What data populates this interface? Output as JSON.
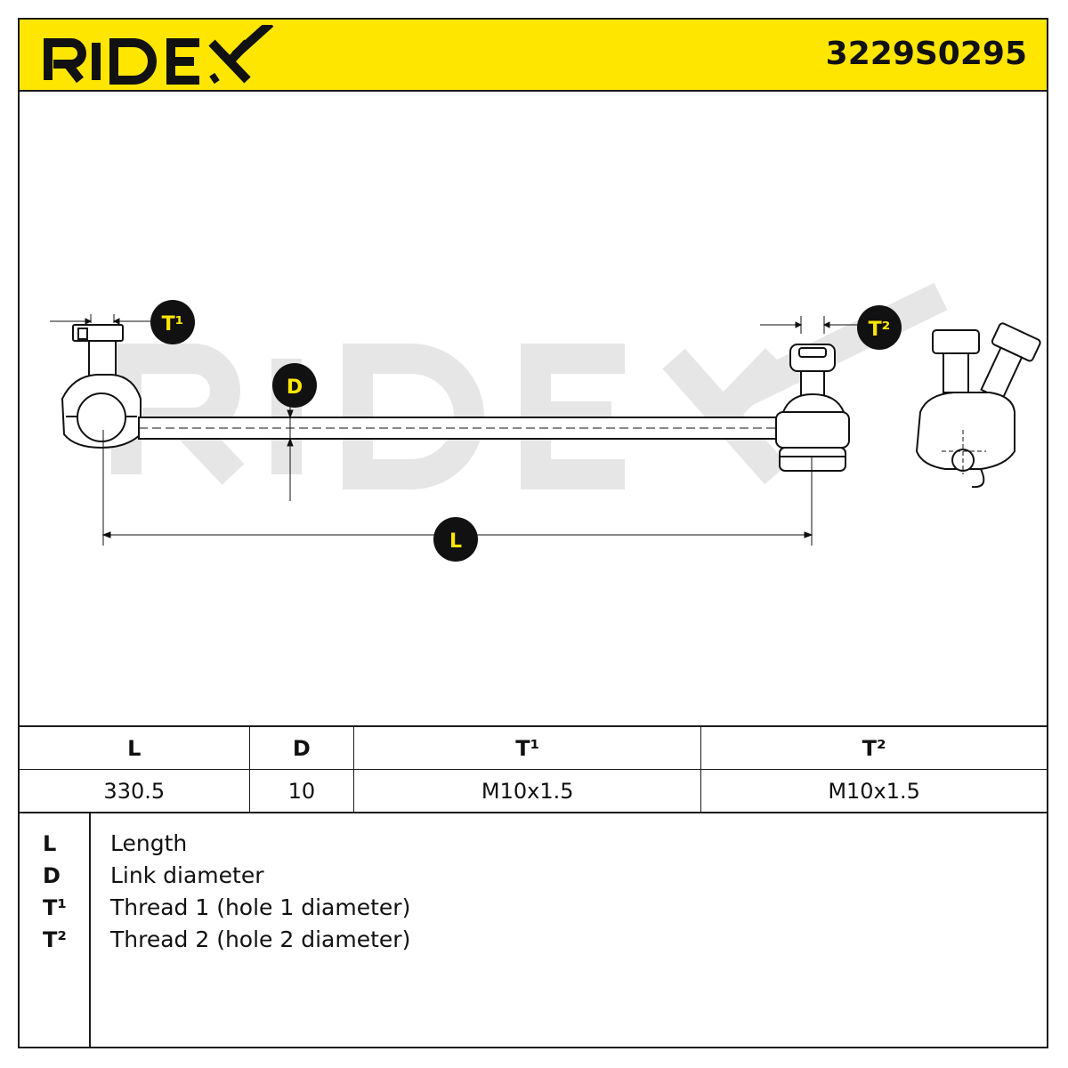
{
  "header": {
    "brand": "RIDEX",
    "part_number": "3229S0295",
    "brand_color": "#ffe600"
  },
  "drawing": {
    "callouts": {
      "t1": "T¹",
      "t2": "T²",
      "d": "D",
      "l": "L"
    },
    "watermark": "RIDEX"
  },
  "spec_table": {
    "headers": [
      "L",
      "D",
      "T¹",
      "T²"
    ],
    "values": [
      "330.5",
      "10",
      "M10x1.5",
      "M10x1.5"
    ]
  },
  "legend": [
    {
      "key": "L",
      "label": "Length"
    },
    {
      "key": "D",
      "label": "Link diameter"
    },
    {
      "key": "T¹",
      "label": "Thread 1 (hole 1 diameter)"
    },
    {
      "key": "T²",
      "label": "Thread 2 (hole 2 diameter)"
    }
  ]
}
